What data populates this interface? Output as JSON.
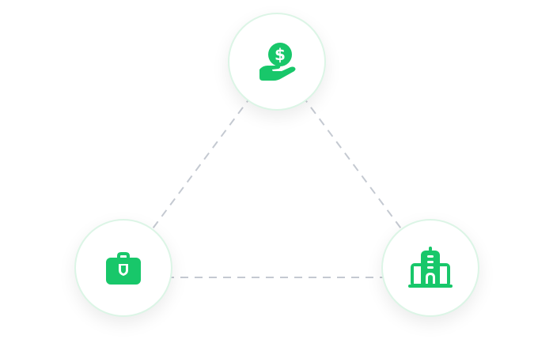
{
  "colors": {
    "accent": "#18c76a",
    "connector": "#c4c9d1",
    "node_border": "#dcf5e6"
  },
  "nodes": [
    {
      "id": "top",
      "icon": "hand-holding-dollar-icon"
    },
    {
      "id": "left",
      "icon": "briefcase-icon"
    },
    {
      "id": "right",
      "icon": "building-icon"
    }
  ]
}
